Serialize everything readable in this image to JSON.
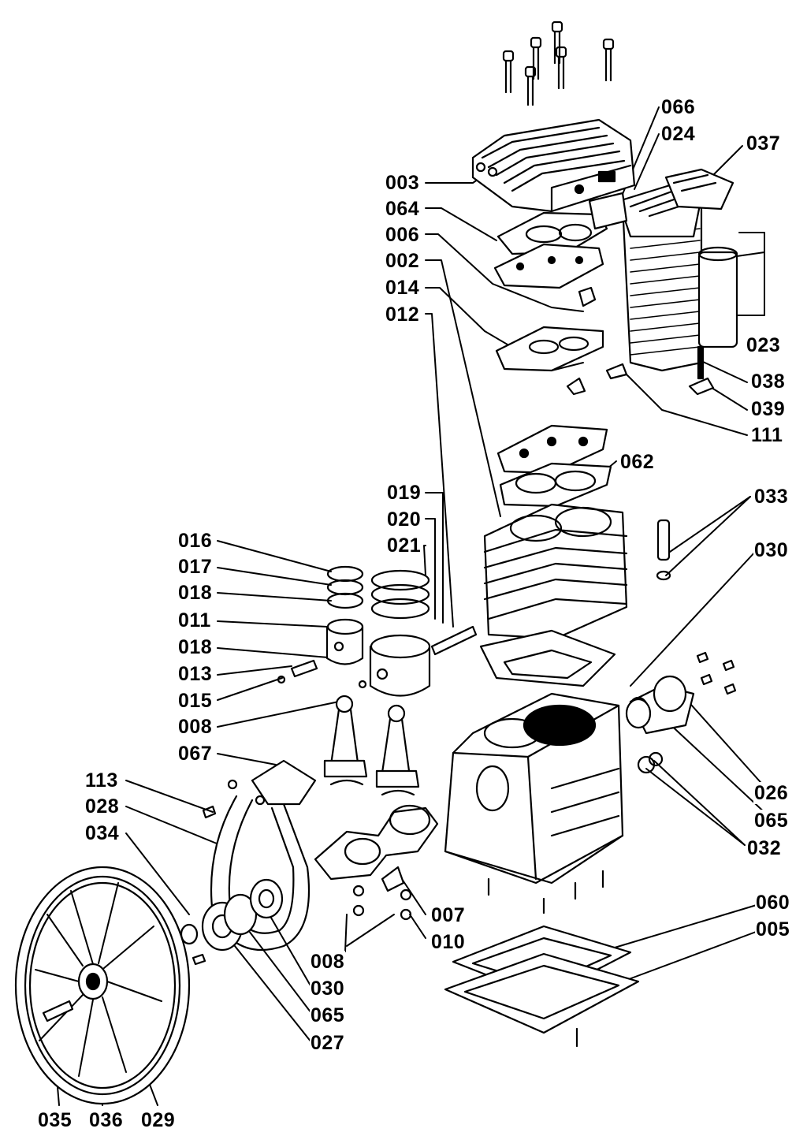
{
  "diagram": {
    "callouts": [
      "003",
      "064",
      "006",
      "002",
      "014",
      "012",
      "066",
      "024",
      "037",
      "023",
      "038",
      "039",
      "111",
      "062",
      "019",
      "020",
      "021",
      "016",
      "017",
      "018",
      "011",
      "013",
      "015",
      "008",
      "067",
      "113",
      "028",
      "034",
      "033",
      "030",
      "026",
      "065",
      "032",
      "007",
      "010",
      "060",
      "005",
      "027",
      "035",
      "036",
      "029"
    ],
    "duplicate_callouts": {
      "018_lower": "018",
      "008_lower": "008",
      "030_lower": "030",
      "065_lower": "065"
    }
  }
}
